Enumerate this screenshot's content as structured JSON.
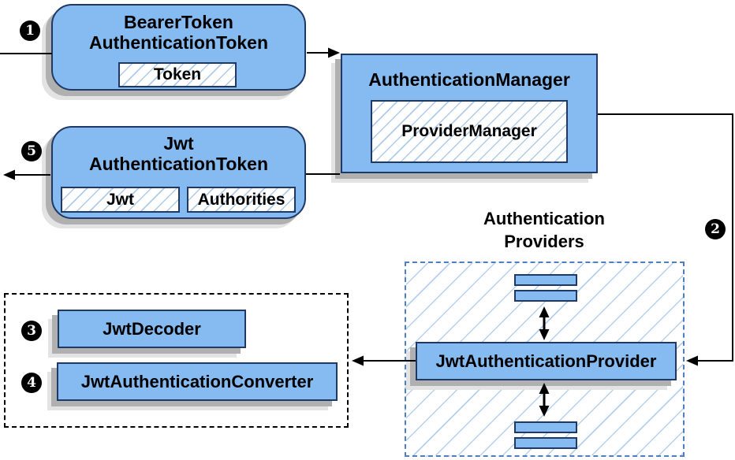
{
  "diagram": {
    "bearer_token_box": {
      "title_line1": "BearerToken",
      "title_line2": "AuthenticationToken",
      "token_label": "Token"
    },
    "authentication_manager_box": {
      "title": "AuthenticationManager",
      "provider_manager_label": "ProviderManager"
    },
    "jwt_authentication_token_box": {
      "title_line1": "Jwt",
      "title_line2": "AuthenticationToken",
      "jwt_label": "Jwt",
      "authorities_label": "Authorities"
    },
    "authentication_providers_group": {
      "label_line1": "Authentication",
      "label_line2": "Providers",
      "provider_label": "JwtAuthenticationProvider"
    },
    "converter_group": {
      "decoder_label": "JwtDecoder",
      "converter_label": "JwtAuthenticationConverter"
    },
    "step_markers": {
      "step1": "1",
      "step2": "2",
      "step3": "3",
      "step4": "4",
      "step5": "5"
    }
  },
  "colors": {
    "background": "#ffffff",
    "node_fill": "#85bbf0",
    "node_border": "#1f3864",
    "hatch_line": "#aecbea",
    "providers_dashed_border": "#4d7ebf",
    "black_dashed_border": "#000000",
    "shadow_dark": "#b0b0b0",
    "shadow_light": "#e3e3e3",
    "connector": "#000000",
    "marker_fill": "#000000",
    "marker_text": "#ffffff"
  }
}
